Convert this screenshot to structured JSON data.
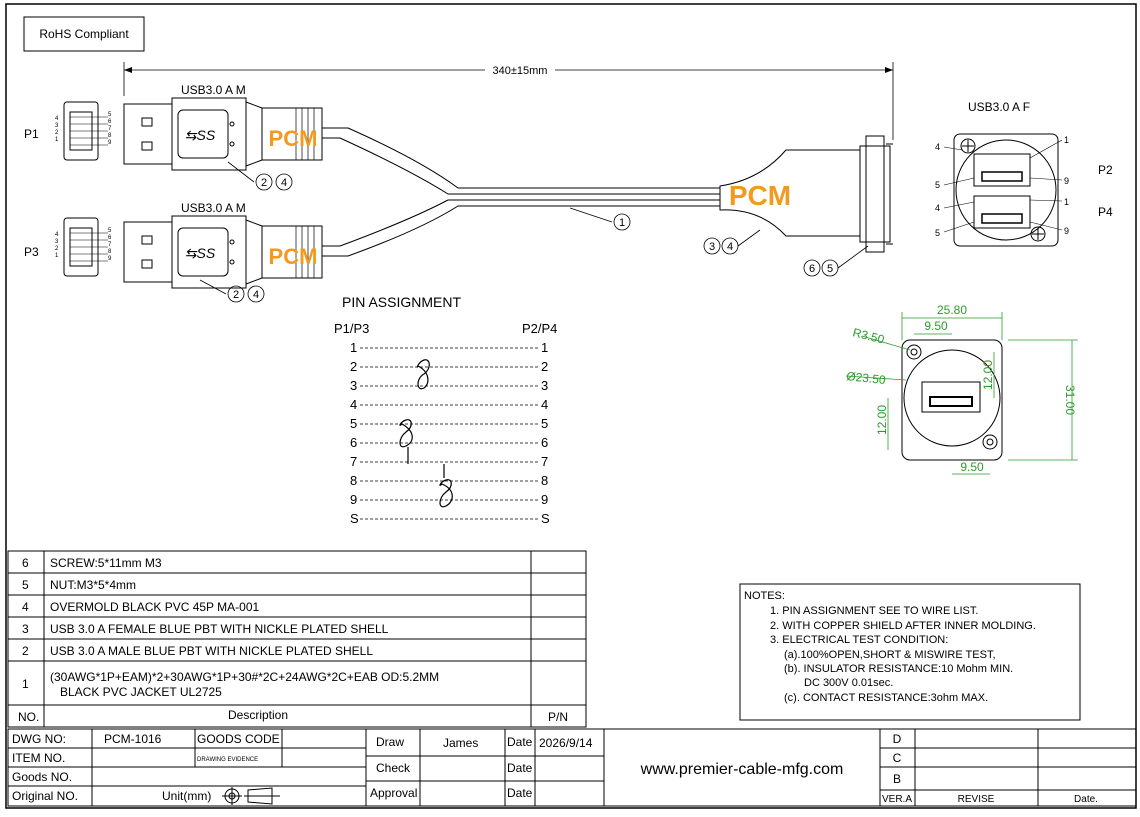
{
  "rohs": "RoHS Compliant",
  "dimension_main": "340±15mm",
  "usb_a_m_label": "USB3.0 A M",
  "usb_a_f_label": "USB3.0 A F",
  "plugs": [
    "P1",
    "P3"
  ],
  "receptacle_ports": [
    "P2",
    "P4"
  ],
  "pin_numbers_left": [
    "5",
    "4",
    "6",
    "3",
    "7",
    "2",
    "8",
    "1",
    "9"
  ],
  "receptacle_pins": [
    "4",
    "1",
    "5",
    "9",
    "4",
    "1",
    "5",
    "9"
  ],
  "callouts": {
    "plug1": [
      "2",
      "4"
    ],
    "plug2": [
      "2",
      "4"
    ],
    "cable": "1",
    "overmold": [
      "3",
      "4"
    ],
    "nut": [
      "6",
      "5"
    ]
  },
  "logo": "PCM",
  "pin_assignment": {
    "title": "PIN ASSIGNMENT",
    "left_header": "P1/P3",
    "right_header": "P2/P4",
    "pins": [
      "1",
      "2",
      "3",
      "4",
      "5",
      "6",
      "7",
      "8",
      "9",
      "S"
    ]
  },
  "panel_dims": {
    "width": "25.80",
    "radius": "R3.50",
    "diameter": "Ø23.50",
    "offset_top": "9.50",
    "offset_bottom": "9.50",
    "height": "31.00",
    "half_left": "12.00",
    "half_right": "12.00"
  },
  "bom": {
    "rows": [
      {
        "no": "6",
        "desc": "SCREW:5*11mm  M3",
        "pn": ""
      },
      {
        "no": "5",
        "desc": "NUT:M3*5*4mm",
        "pn": ""
      },
      {
        "no": "4",
        "desc": "OVERMOLD BLACK PVC 45P MA-001",
        "pn": ""
      },
      {
        "no": "3",
        "desc": "USB 3.0 A FEMALE  BLUE PBT WITH NICKLE PLATED SHELL",
        "pn": ""
      },
      {
        "no": "2",
        "desc": "USB 3.0 A MALE  BLUE PBT WITH NICKLE PLATED SHELL",
        "pn": ""
      },
      {
        "no": "1",
        "desc": "(30AWG*1P+EAM)*2+30AWG*1P+30#*2C+24AWG*2C+EAB  OD:5.2MM",
        "desc2": "BLACK PVC JACKET UL2725",
        "pn": ""
      }
    ],
    "header": {
      "no": "NO.",
      "desc": "Description",
      "pn": "P/N"
    }
  },
  "notes": {
    "title": "NOTES:",
    "lines": [
      "1. PIN ASSIGNMENT SEE TO WIRE LIST.",
      "2. WITH COPPER SHIELD AFTER INNER MOLDING.",
      "3. ELECTRICAL TEST CONDITION:",
      "(a).100%OPEN,SHORT & MISWIRE TEST,",
      "(b). INSULATOR RESISTANCE:10 Mohm MIN.",
      "DC 300V 0.01sec.",
      "(c). CONTACT RESISTANCE:3ohm MAX."
    ]
  },
  "title_block": {
    "dwg_no_label": "DWG NO:",
    "dwg_no": "PCM-1016",
    "goods_code": "GOODS CODE",
    "item_no_label": "ITEM NO.",
    "drawing_evidence": "DRAWING EVIDENCE",
    "goods_no_label": "Goods NO.",
    "original_no_label": "Original NO.",
    "unit_label": "Unit(mm)",
    "draw": "Draw",
    "drawer": "James",
    "date_label": "Date",
    "date": "2026/9/14",
    "check": "Check",
    "approval": "Approval",
    "website": "www.premier-cable-mfg.com",
    "revisions": [
      "D",
      "C",
      "B"
    ],
    "ver": "VER.A",
    "revise": "REVISE",
    "date2": "Date."
  }
}
